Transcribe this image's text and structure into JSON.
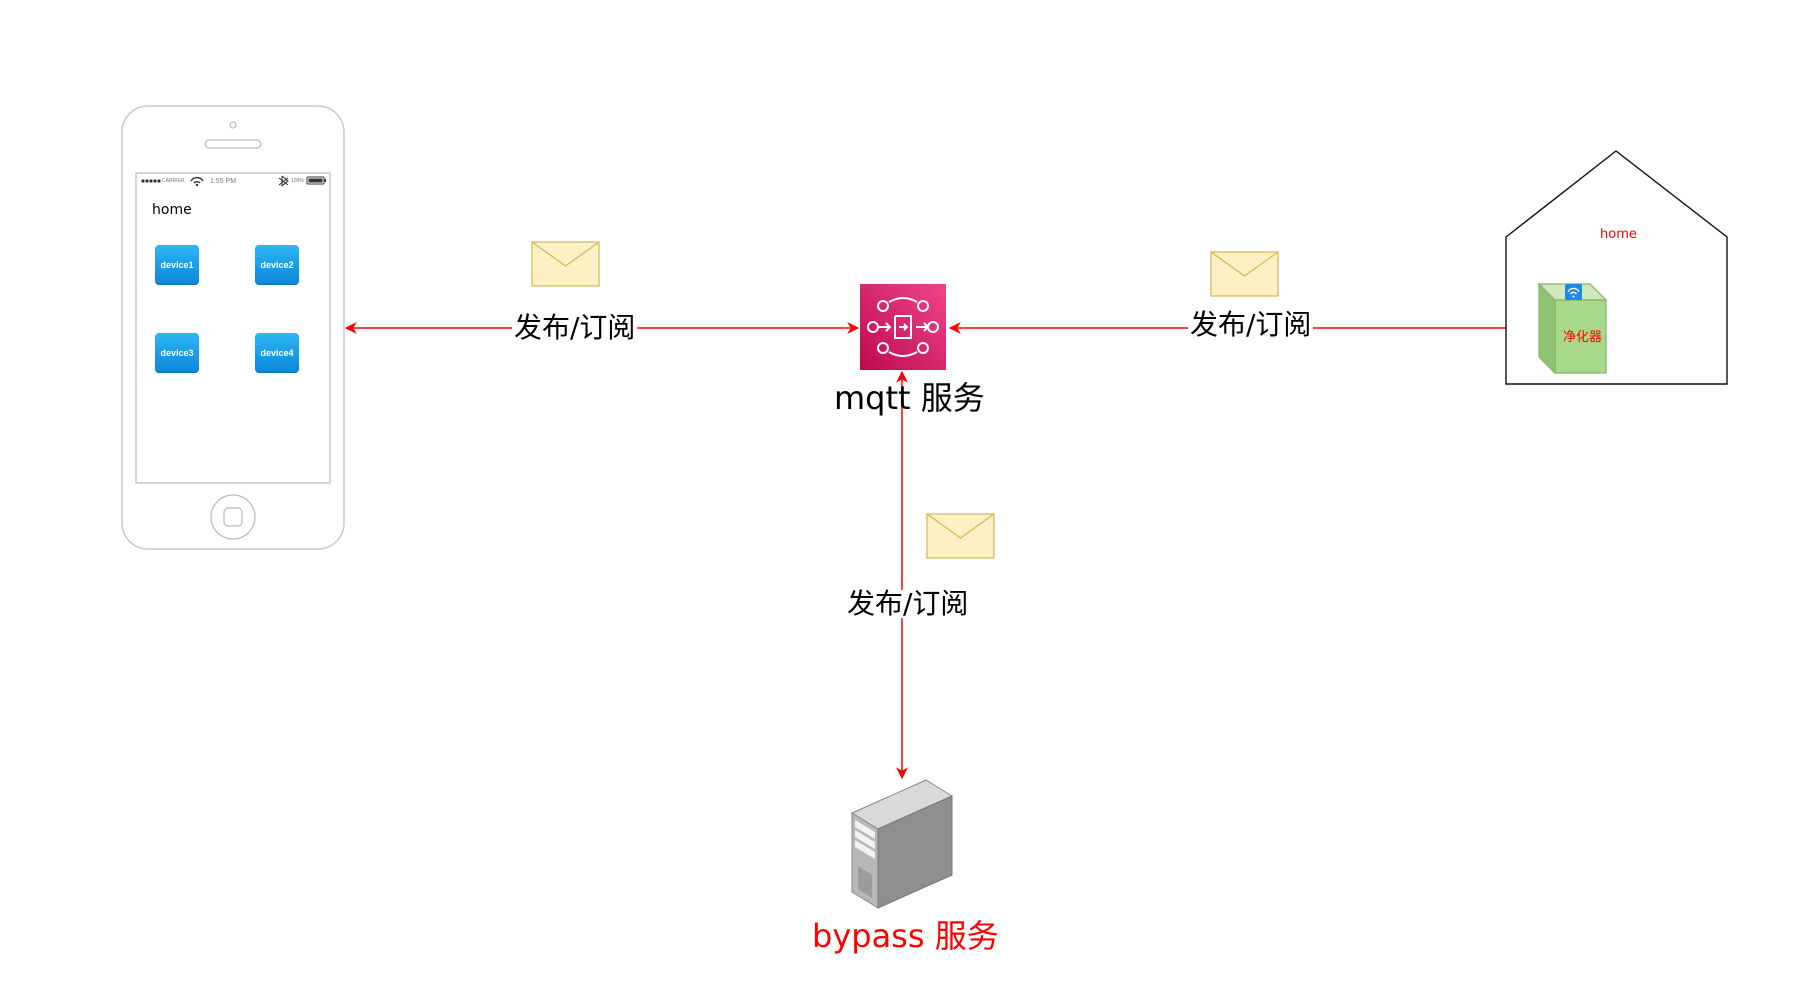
{
  "phone": {
    "screen_title": "home",
    "status_time": "1:55 PM",
    "status_carrier": "CARRIER",
    "status_battery": "100%",
    "devices": [
      {
        "label": "device1"
      },
      {
        "label": "device2"
      },
      {
        "label": "device3"
      },
      {
        "label": "device4"
      }
    ]
  },
  "edges": {
    "phone_mqtt": "发布/订阅",
    "mqtt_home": "发布/订阅",
    "mqtt_bypass": "发布/订阅"
  },
  "nodes": {
    "mqtt": "mqtt 服务",
    "bypass": "bypass 服务",
    "home_title": "home",
    "purifier": "净化器"
  },
  "colors": {
    "arrow": "#ff0000",
    "mqtt_icon": "#d6336c",
    "envelope_fill": "#fdf0c4",
    "envelope_stroke": "#d6b656",
    "purifier_fill": "#a8d88a",
    "label_red": "#ff0000"
  },
  "icons": {
    "mqtt": "iot-core-icon",
    "message": "envelope-icon",
    "server": "server-tower-icon",
    "wifi": "wifi-icon",
    "house": "house-outline-icon"
  }
}
